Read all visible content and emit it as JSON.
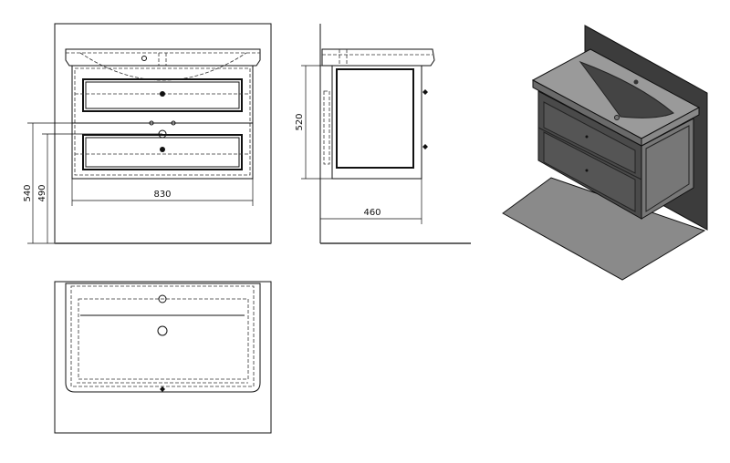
{
  "drawing": {
    "front_view": {
      "width_label": "830",
      "height_label_total": "540",
      "height_label_lower": "490"
    },
    "side_view": {
      "height_label": "520",
      "depth_label": "460"
    },
    "colors": {
      "line": "#111111",
      "wall": "#3c3c3c",
      "floor": "#8a8a8a",
      "cabinet": "#555555"
    }
  }
}
